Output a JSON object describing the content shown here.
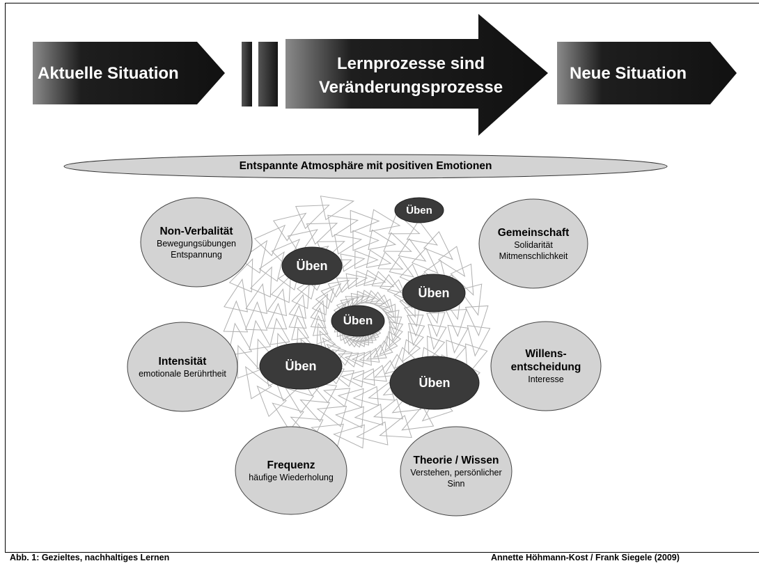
{
  "arrows": {
    "current": "Aktuelle Situation",
    "process_line1": "Lernprozesse sind",
    "process_line2": "Veränderungsprozesse",
    "new": "Neue Situation"
  },
  "atmosphere": "Entspannte Atmosphäre mit positiven Emotionen",
  "factors": {
    "nonverbal": {
      "title": "Non-Verbalität",
      "line1": "Bewegungsübungen",
      "line2": "Entspannung"
    },
    "community": {
      "title": "Gemeinschaft",
      "line1": "Solidarität",
      "line2": "Mitmenschlichkeit"
    },
    "intensity": {
      "title": "Intensität",
      "line1": "emotionale Berührtheit"
    },
    "will": {
      "title1": "Willens-",
      "title2": "entscheidung",
      "line1": "Interesse"
    },
    "frequency": {
      "title": "Frequenz",
      "line1": "häufige Wiederholung"
    },
    "theory": {
      "title": "Theorie / Wissen",
      "line1": "Verstehen, persönlicher",
      "line2": "Sinn"
    }
  },
  "practice_label": "Üben",
  "caption_left": "Abb. 1: Gezieltes, nachhaltiges Lernen",
  "caption_right": "Annette Höhmann-Kost / Frank Siegele (2009)",
  "colors": {
    "arrow_dark": "#1a1a1a",
    "ellipse_fill": "#d3d3d3",
    "ueben_fill": "#3a3a3a",
    "spiral_stroke": "#b0b0b0"
  }
}
